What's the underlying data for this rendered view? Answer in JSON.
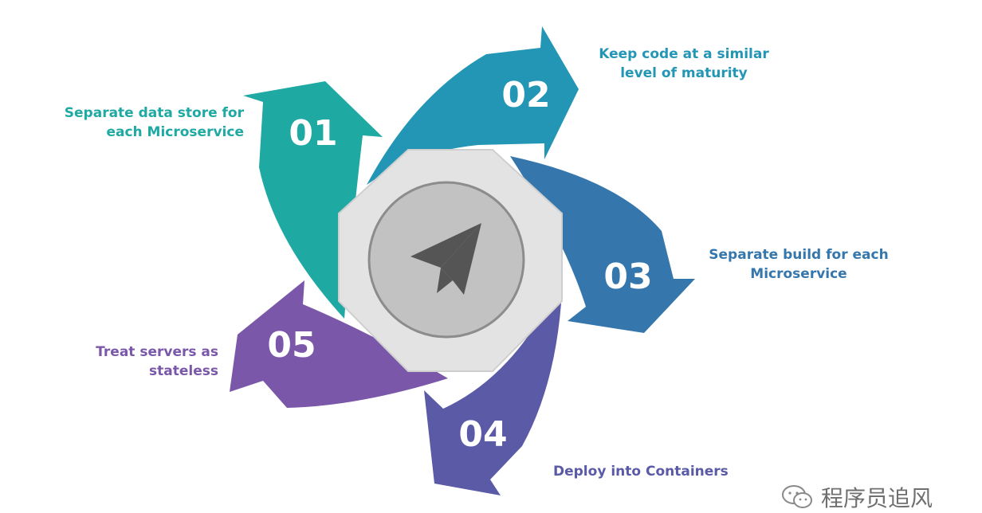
{
  "steps": [
    {
      "num": "01",
      "label": "Separate data store for each Microservice",
      "color": "#1fa9a3"
    },
    {
      "num": "02",
      "label": "Keep code at a similar level of maturity",
      "color": "#2396b6"
    },
    {
      "num": "03",
      "label": "Separate build for each Microservice",
      "color": "#3577ad"
    },
    {
      "num": "04",
      "label": "Deploy into Containers",
      "color": "#5a5aa6"
    },
    {
      "num": "05",
      "label": "Treat servers as stateless",
      "color": "#7a57a8"
    }
  ],
  "center_icon": "paper-plane-icon",
  "watermark": {
    "text": "程序员追风",
    "icon": "wechat-icon"
  }
}
